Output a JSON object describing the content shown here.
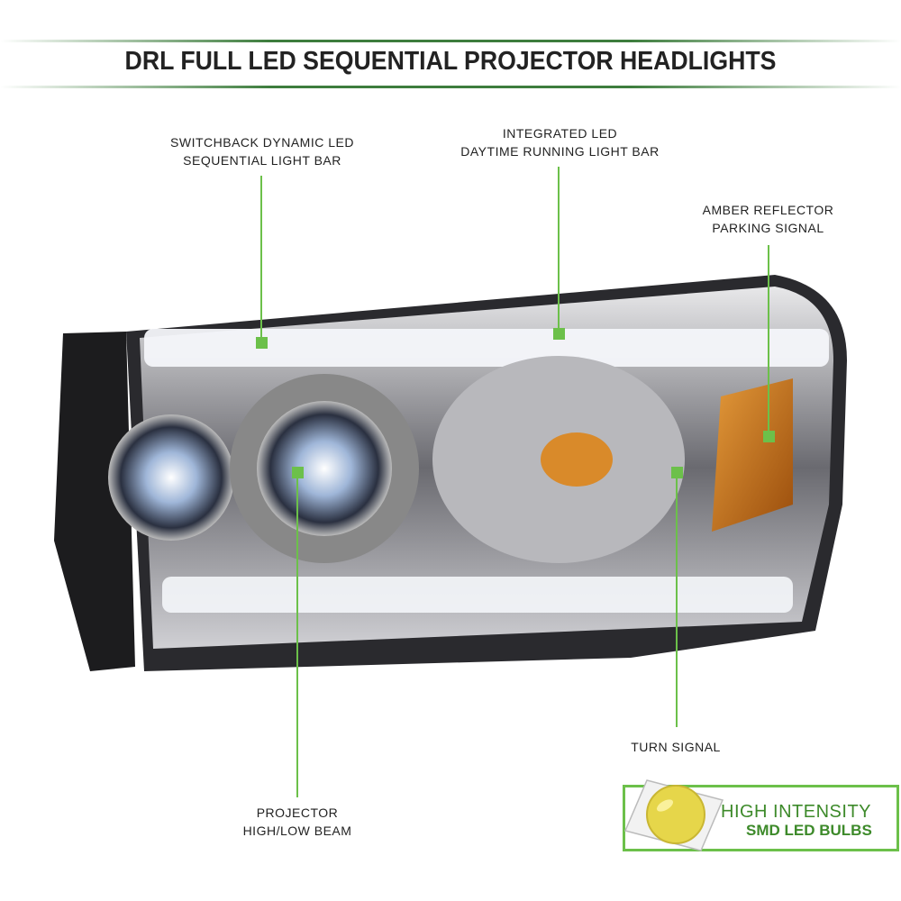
{
  "title": "DRL FULL LED SEQUENTIAL PROJECTOR HEADLIGHTS",
  "callouts": {
    "switchback": {
      "line1": "SWITCHBACK DYNAMIC LED",
      "line2": "SEQUENTIAL LIGHT BAR"
    },
    "drl": {
      "line1": "INTEGRATED LED",
      "line2": "DAYTIME RUNNING LIGHT BAR"
    },
    "amber": {
      "line1": "AMBER REFLECTOR",
      "line2": "PARKING SIGNAL"
    },
    "projector": {
      "line1": "PROJECTOR",
      "line2": "HIGH/LOW BEAM"
    },
    "turn": {
      "line1": "TURN SIGNAL"
    }
  },
  "badge": {
    "line1": "HIGH INTENSITY",
    "line2": "SMD LED BULBS"
  },
  "colors": {
    "accent": "#6cc04a",
    "rule": "#3d7d3d",
    "amber": "#c8741a"
  }
}
